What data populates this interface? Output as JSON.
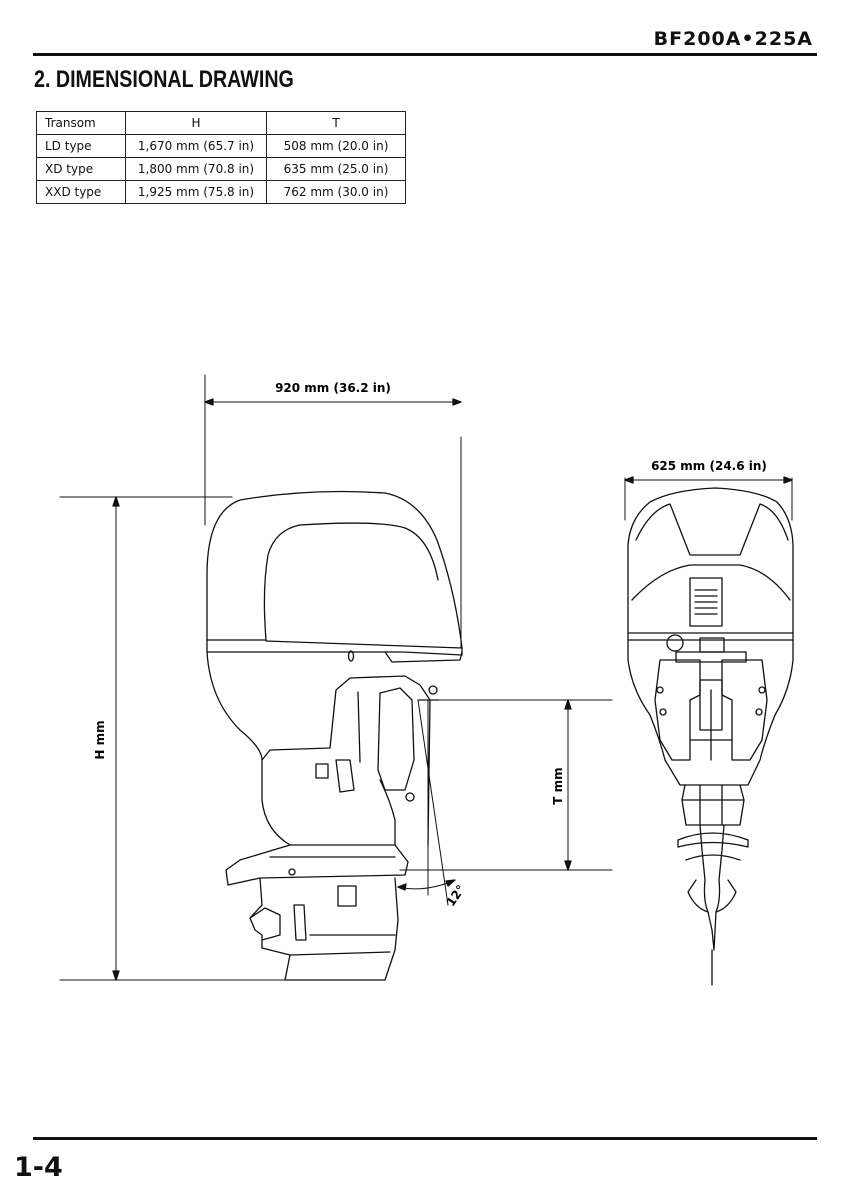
{
  "header": {
    "model": "BF200A•225A"
  },
  "section": {
    "title": "2. DIMENSIONAL DRAWING"
  },
  "spec_table": {
    "headers": [
      "Transom",
      "H",
      "T"
    ],
    "rows": [
      [
        "LD type",
        "1,670 mm (65.7 in)",
        "508 mm (20.0 in)"
      ],
      [
        "XD type",
        "1,800 mm (70.8 in)",
        "635 mm (25.0 in)"
      ],
      [
        "XXD type",
        "1,925 mm (75.8 in)",
        "762 mm (30.0 in)"
      ]
    ]
  },
  "drawing": {
    "length_label": "920 mm (36.2 in)",
    "width_label": "625 mm (24.6 in)",
    "height_label": "H mm",
    "transom_label": "T mm",
    "tilt_angle_label": "12°"
  },
  "footer": {
    "page_number": "1-4"
  }
}
